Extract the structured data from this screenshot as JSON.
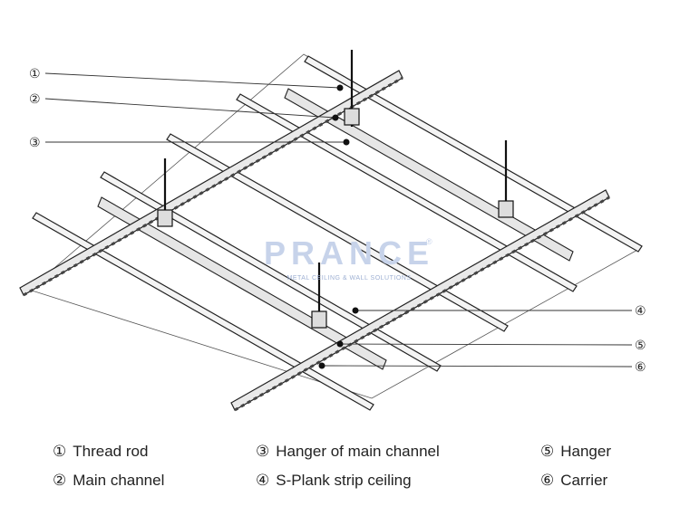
{
  "watermark": {
    "brand": "PRANCE",
    "registered": "®",
    "tagline": "METAL CEILING & WALL SOLUTIONS"
  },
  "callouts": [
    {
      "num": "①",
      "label": "Thread rod"
    },
    {
      "num": "②",
      "label": "Main channel"
    },
    {
      "num": "③",
      "label": "Hanger of main channel"
    },
    {
      "num": "④",
      "label": "S-Plank strip ceiling"
    },
    {
      "num": "⑤",
      "label": "Hanger"
    },
    {
      "num": "⑥",
      "label": "Carrier"
    }
  ]
}
